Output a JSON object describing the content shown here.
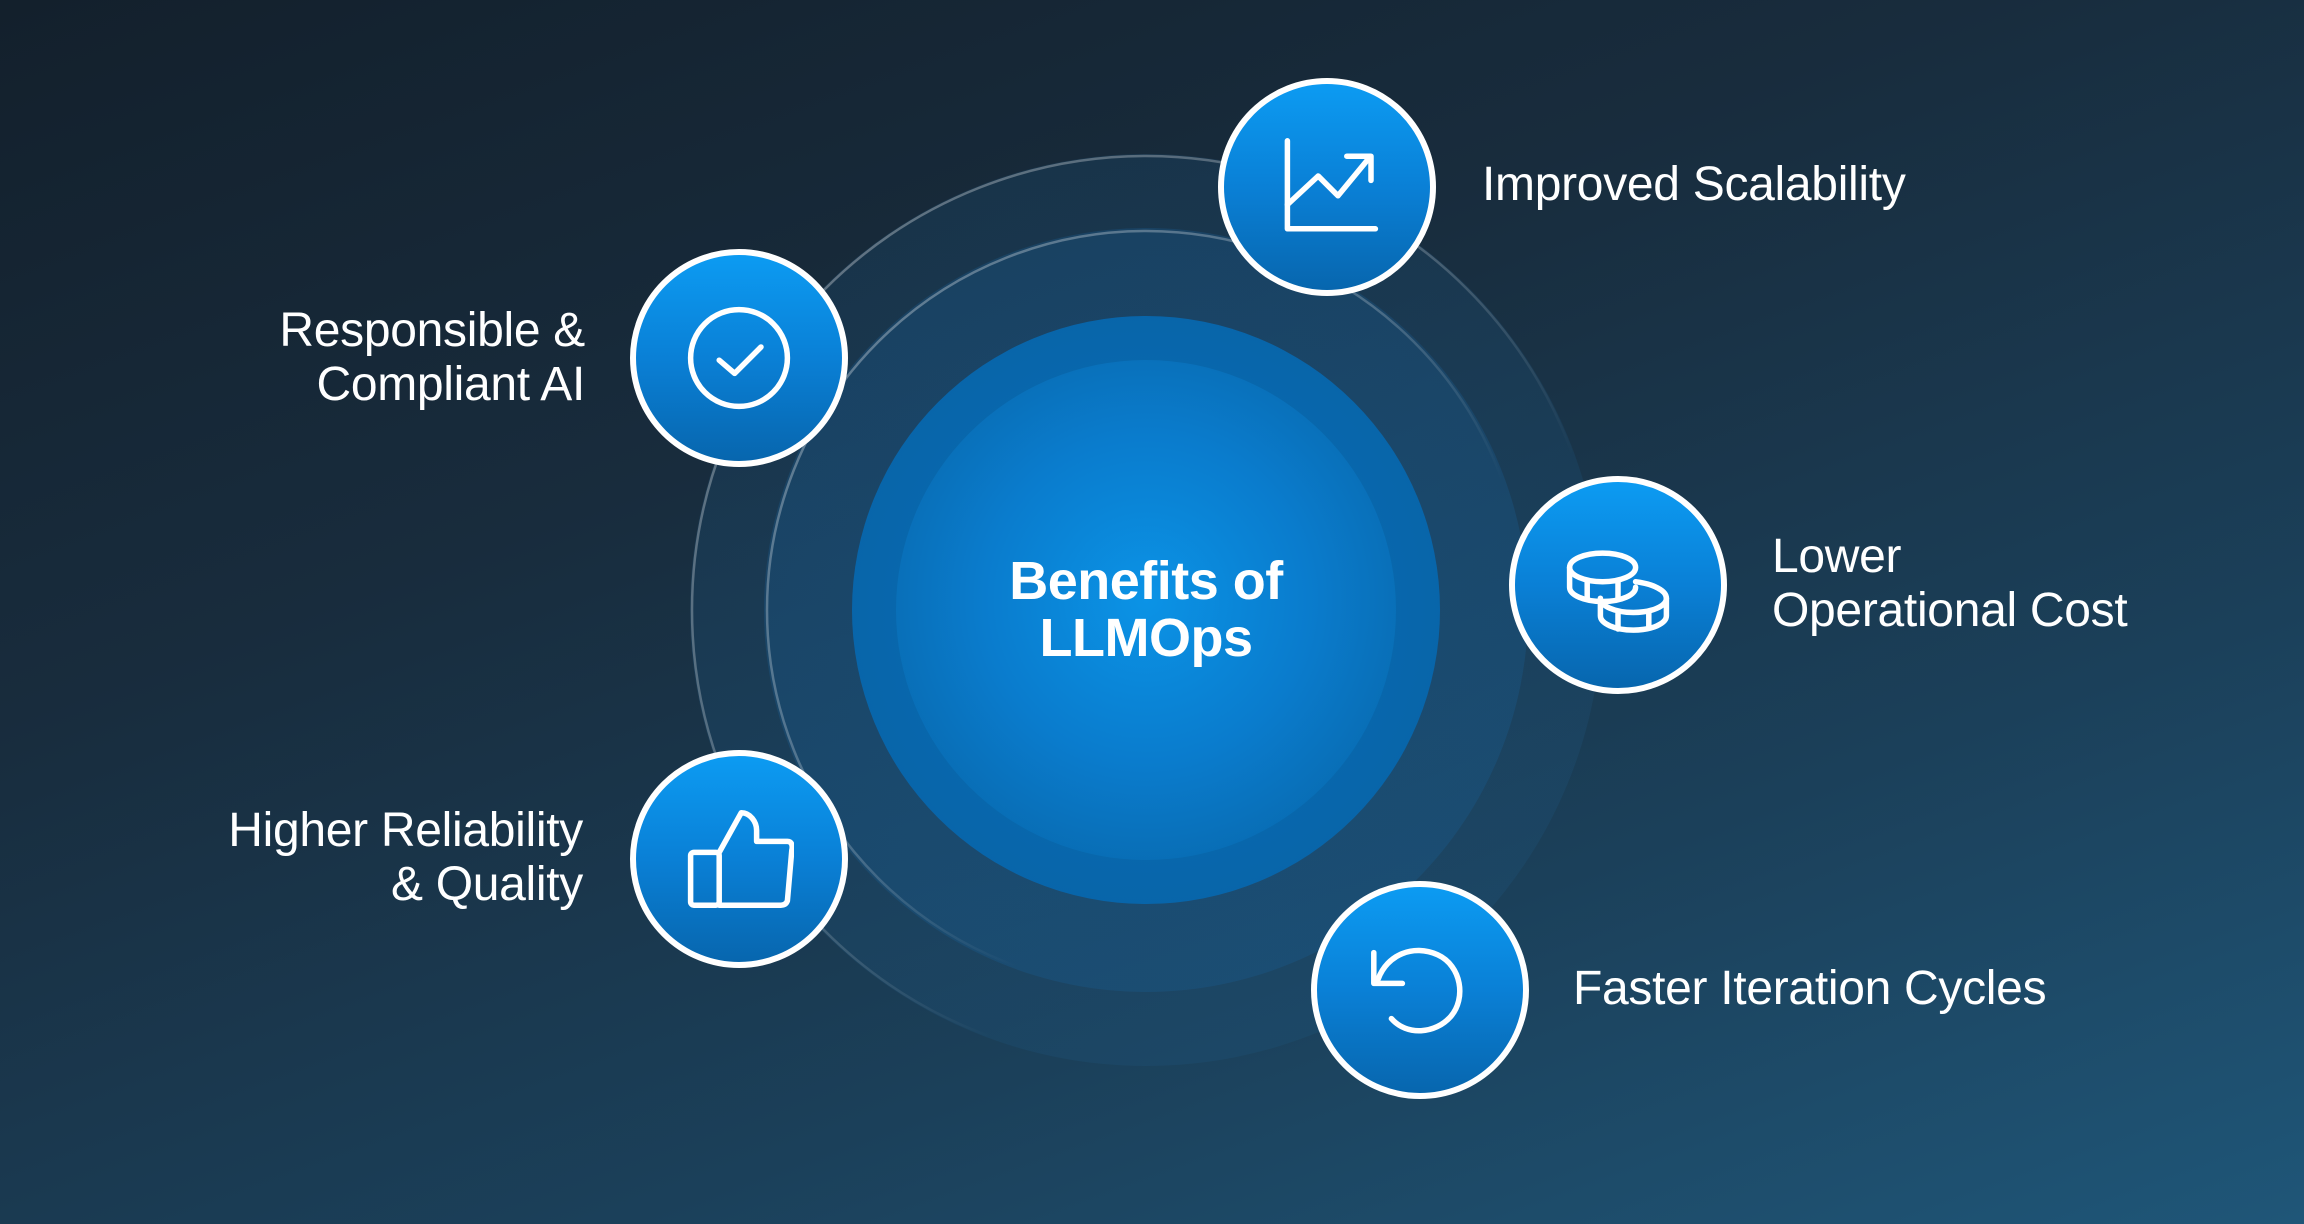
{
  "center": {
    "title_line1": "Benefits of",
    "title_line2": "LLMOps"
  },
  "benefits": [
    {
      "id": "scalability",
      "icon": "trend-chart-icon",
      "lines": [
        "Improved Scalability"
      ]
    },
    {
      "id": "responsible",
      "icon": "check-circle-icon",
      "lines": [
        "Responsible &",
        "Compliant AI"
      ]
    },
    {
      "id": "cost",
      "icon": "coins-icon",
      "lines": [
        "Lower",
        "Operational Cost"
      ]
    },
    {
      "id": "reliability",
      "icon": "thumbs-up-icon",
      "lines": [
        "Higher Reliability",
        "& Quality"
      ]
    },
    {
      "id": "iteration",
      "icon": "rotate-ccw-icon",
      "lines": [
        "Faster Iteration Cycles"
      ]
    }
  ],
  "colors": {
    "node_top": "#0c9bf2",
    "node_bottom": "#0766ae",
    "node_border": "#ffffff",
    "background_top_left": "#13202c",
    "background_bottom_right": "#1f5678",
    "text": "#ffffff"
  }
}
